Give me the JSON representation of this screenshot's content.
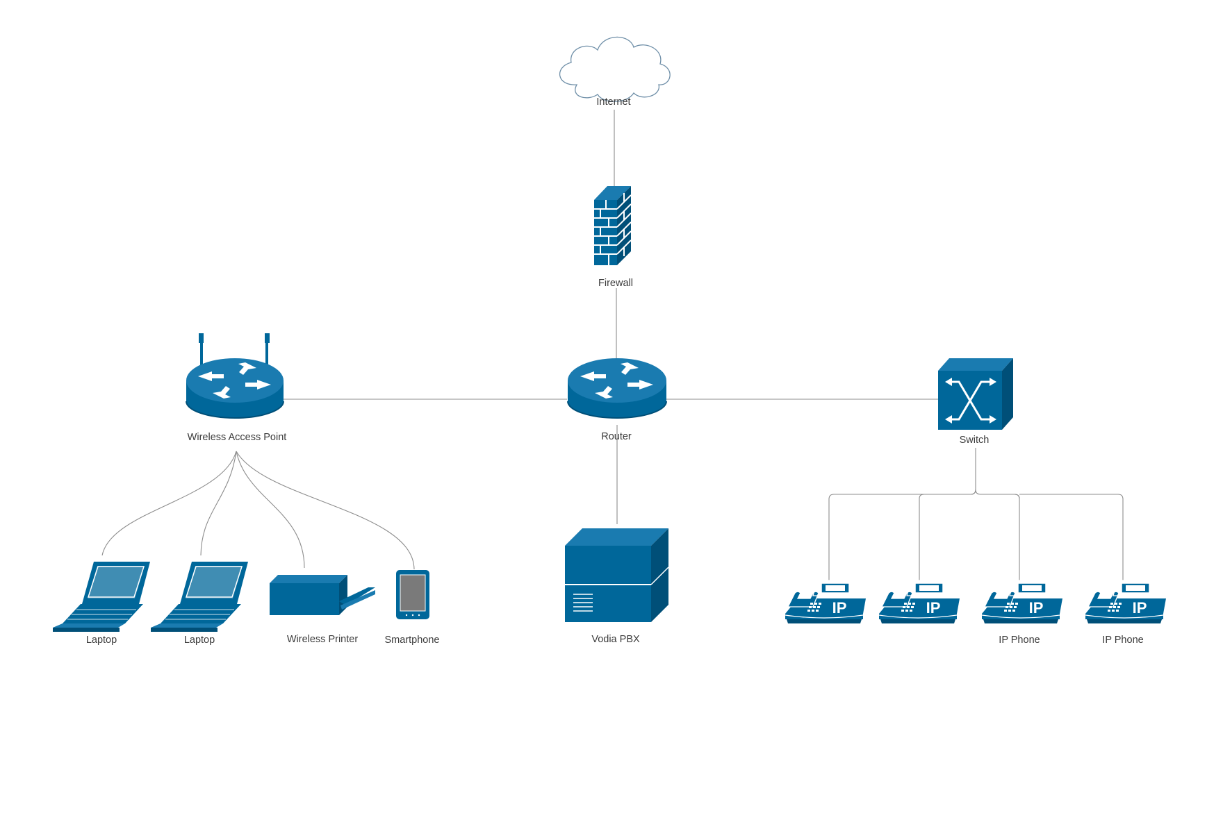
{
  "colors": {
    "device": "#00679a",
    "device_dark": "#004f78",
    "device_light": "#1a7bb0",
    "link": "#8c8c8c",
    "cloud_stroke": "#6f8fa8",
    "label": "#3a3a3a"
  },
  "nodes": {
    "internet": {
      "label": "Internet",
      "icon": "cloud-icon"
    },
    "firewall": {
      "label": "Firewall",
      "icon": "firewall-icon"
    },
    "router": {
      "label": "Router",
      "icon": "router-icon"
    },
    "wap": {
      "label": "Wireless Access Point",
      "icon": "wireless-router-icon"
    },
    "switch": {
      "label": "Switch",
      "icon": "switch-icon"
    },
    "pbx": {
      "label": "Vodia PBX",
      "icon": "server-icon"
    },
    "laptop1": {
      "label": "Laptop",
      "icon": "laptop-icon"
    },
    "laptop2": {
      "label": "Laptop",
      "icon": "laptop-icon"
    },
    "printer": {
      "label": "Wireless Printer",
      "icon": "printer-icon"
    },
    "smartphone": {
      "label": "Smartphone",
      "icon": "smartphone-icon"
    },
    "phone1": {
      "label": "",
      "icon": "ip-phone-icon",
      "badge": "IP"
    },
    "phone2": {
      "label": "",
      "icon": "ip-phone-icon",
      "badge": "IP"
    },
    "phone3": {
      "label": "IP Phone",
      "icon": "ip-phone-icon",
      "badge": "IP"
    },
    "phone4": {
      "label": "IP Phone",
      "icon": "ip-phone-icon",
      "badge": "IP"
    }
  },
  "links": [
    {
      "from": "internet",
      "to": "firewall",
      "style": "straight"
    },
    {
      "from": "firewall",
      "to": "router",
      "style": "straight"
    },
    {
      "from": "router",
      "to": "wap",
      "style": "straight"
    },
    {
      "from": "router",
      "to": "switch",
      "style": "straight"
    },
    {
      "from": "router",
      "to": "pbx",
      "style": "straight"
    },
    {
      "from": "wap",
      "to": "laptop1",
      "style": "curved"
    },
    {
      "from": "wap",
      "to": "laptop2",
      "style": "curved"
    },
    {
      "from": "wap",
      "to": "printer",
      "style": "curved"
    },
    {
      "from": "wap",
      "to": "smartphone",
      "style": "curved"
    },
    {
      "from": "switch",
      "to": "phone1",
      "style": "elbow"
    },
    {
      "from": "switch",
      "to": "phone2",
      "style": "elbow"
    },
    {
      "from": "switch",
      "to": "phone3",
      "style": "elbow"
    },
    {
      "from": "switch",
      "to": "phone4",
      "style": "elbow"
    }
  ]
}
